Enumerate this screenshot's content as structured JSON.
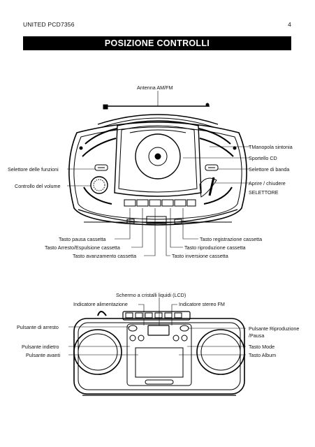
{
  "header": {
    "left": "UNITED PCD7356",
    "page": "4"
  },
  "title": "POSIZIONE CONTROLLI",
  "top_diagram": {
    "antenna": "Antenna AM/FM",
    "tuning_knob": "TManopola sintonia",
    "cd_door": "Sportello CD",
    "band_selector": "Selettore di banda",
    "open_close": "Aprire / chiudere",
    "selector": "SELETTORE",
    "function_selector": "Selettore delle funzioni",
    "volume_control": "Controllo del volume",
    "cassette_pause": "Tasto pausa cassetta",
    "cassette_stop_eject": "Tasto Arresto/Espulsione cassetta",
    "cassette_ff": "Tasto avanzamento cassetta",
    "cassette_record": "Tasto registrazione cassetta",
    "cassette_play": "Tasto riproduzione cassetta",
    "cassette_rewind": "Tasto inversione cassetta"
  },
  "bottom_diagram": {
    "lcd": "Schermo a cristalli liquidi (LCD)",
    "power_indicator": "Indicatore alimentazione",
    "fm_stereo_indicator": "Indicatore stereo FM",
    "stop_button": "Pulsante di arresto",
    "back_button": "Pulsante indietro",
    "forward_button": "Pulsante avanti",
    "play_pause_line1": "Pulsante Riproduzione",
    "play_pause_line2": "/Pausa",
    "mode_button": "Tasto Mode",
    "album_button": "Tasto Album"
  }
}
